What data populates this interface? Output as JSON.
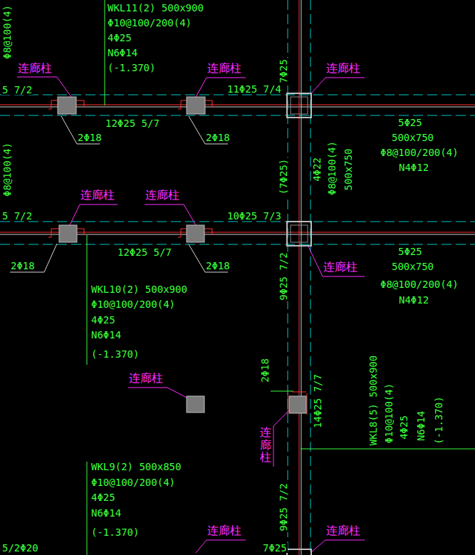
{
  "diagram": {
    "labels": [
      "WKL11(2) 500x900",
      "Φ10@100/200(4)",
      "4Φ25",
      "N6Φ14",
      "(-1.370)",
      "Φ8@100(4)",
      "5 7/2",
      "连廊柱",
      "连廊柱",
      "连廊柱",
      "11Φ25 7/4",
      "7Φ25",
      "2Φ18",
      "2Φ18",
      "12Φ25 5/7",
      "5Φ25",
      "500x750",
      "Φ8@100/200(4)",
      "N4Φ12",
      "(7Φ25)",
      "4Φ22",
      "Φ8@100(4)",
      "500x750",
      "Φ8@100(4)",
      "连廊柱",
      "连廊柱",
      "5 7/2",
      "10Φ25 7/3",
      "12Φ25 5/7",
      "2Φ18",
      "2Φ18",
      "连廊柱",
      "5Φ25",
      "500x750",
      "Φ8@100/200(4)",
      "N4Φ12",
      "9Φ25 7/2",
      "WKL10(2) 500x900",
      "Φ10@100/200(4)",
      "4Φ25",
      "N6Φ14",
      "(-1.370)",
      "连廊柱",
      "2Φ18",
      "14Φ25 7/7",
      "WKL8(5) 500x900",
      "Φ10@100(4)",
      "4Φ25",
      "N6Φ14",
      "(-1.370)",
      "连廊柱",
      "WKL9(2) 500x850",
      "Φ10@100/200(4)",
      "4Φ25",
      "N6Φ14",
      "(-1.370)",
      "9Φ25 7/2",
      "连廊柱",
      "连廊柱",
      "5/2Φ20",
      "7Φ25"
    ]
  }
}
